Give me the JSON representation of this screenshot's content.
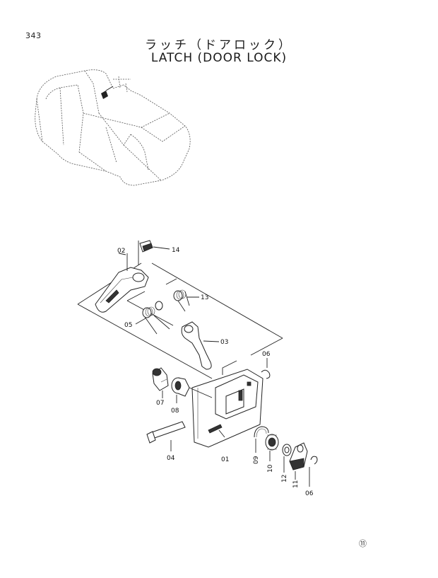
{
  "header": {
    "page_number": "343",
    "title_jp": "ラッチ（ドアロック）",
    "title_en": "LATCH (DOOR LOCK)"
  },
  "callouts": [
    {
      "id": "02",
      "label": "02"
    },
    {
      "id": "14",
      "label": "14"
    },
    {
      "id": "13",
      "label": "13"
    },
    {
      "id": "05",
      "label": "05"
    },
    {
      "id": "03",
      "label": "03"
    },
    {
      "id": "06a",
      "label": "06"
    },
    {
      "id": "07",
      "label": "07"
    },
    {
      "id": "08",
      "label": "08"
    },
    {
      "id": "04",
      "label": "04"
    },
    {
      "id": "01",
      "label": "01"
    },
    {
      "id": "09",
      "label": "09"
    },
    {
      "id": "10",
      "label": "10"
    },
    {
      "id": "12",
      "label": "12"
    },
    {
      "id": "11",
      "label": "11"
    },
    {
      "id": "06b",
      "label": "06"
    }
  ],
  "footer_mark": "⑪"
}
